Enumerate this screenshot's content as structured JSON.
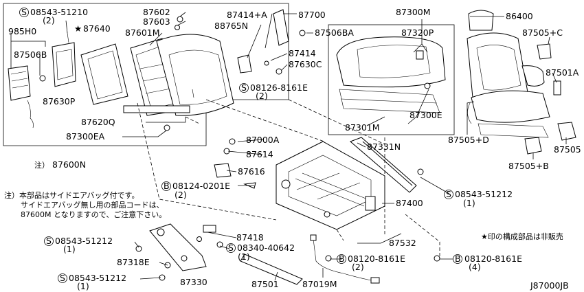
{
  "callouts": {
    "c08543_51210": "08543-51210",
    "q2a": "(2)",
    "c985H0": "985H0",
    "c87506B": "87506B",
    "c87640": "87640",
    "c87630P": "87630P",
    "c87602": "87602",
    "c87603": "87603",
    "c87601M": "87601M",
    "c87414A": "87414+A",
    "c88765N": "88765N",
    "c87700": "87700",
    "c87506BA": "87506BA",
    "c87414": "87414",
    "c87630C": "87630C",
    "c08126_8161E": "08126-8161E",
    "q2b": "(2)",
    "c87620Q": "87620Q",
    "c87300EA": "87300EA",
    "c87600N": "87600N",
    "c87300M": "87300M",
    "c87320P": "87320P",
    "c87300E": "87300E",
    "c87301M": "87301M",
    "c86400": "86400",
    "c87505C": "87505+C",
    "c87501A": "87501A",
    "c87505D": "87505+D",
    "c87505": "87505",
    "c87505B": "87505+B",
    "c87000A": "87000A",
    "c87614": "87614",
    "c87616": "87616",
    "c87331N": "87331N",
    "c08124_0201E": "08124-0201E",
    "q2c": "(2)",
    "c08543_51212a": "08543-51212",
    "q1a": "(1)",
    "c87400": "87400",
    "c87418": "87418",
    "c08340_40642": "08340-40642",
    "q1b": "(1)",
    "c87532": "87532",
    "c08543_51212b": "08543-51212",
    "q1c": "(1)",
    "c87318E": "87318E",
    "c08543_51212c": "08543-51212",
    "q1d": "(1)",
    "c87330": "87330",
    "c87501": "87501",
    "c87019M": "87019M",
    "c08120_8161Ea": "08120-8161E",
    "q2d": "(2)",
    "c08120_8161Eb": "08120-8161E",
    "q4": "(4)"
  },
  "notes": {
    "line1": "注）本部品はサイドエアバッグ付です。",
    "line2": "サイドエアバッグ無し用の部品コードは、",
    "line3": "87600M となりますので、ご注意下さい。",
    "star_note": "★印の構成部品は非販売",
    "note_prefix": "注）"
  },
  "marks": {
    "star": "★",
    "s": "S",
    "b": "B"
  },
  "diagram_id": "J87000JB"
}
